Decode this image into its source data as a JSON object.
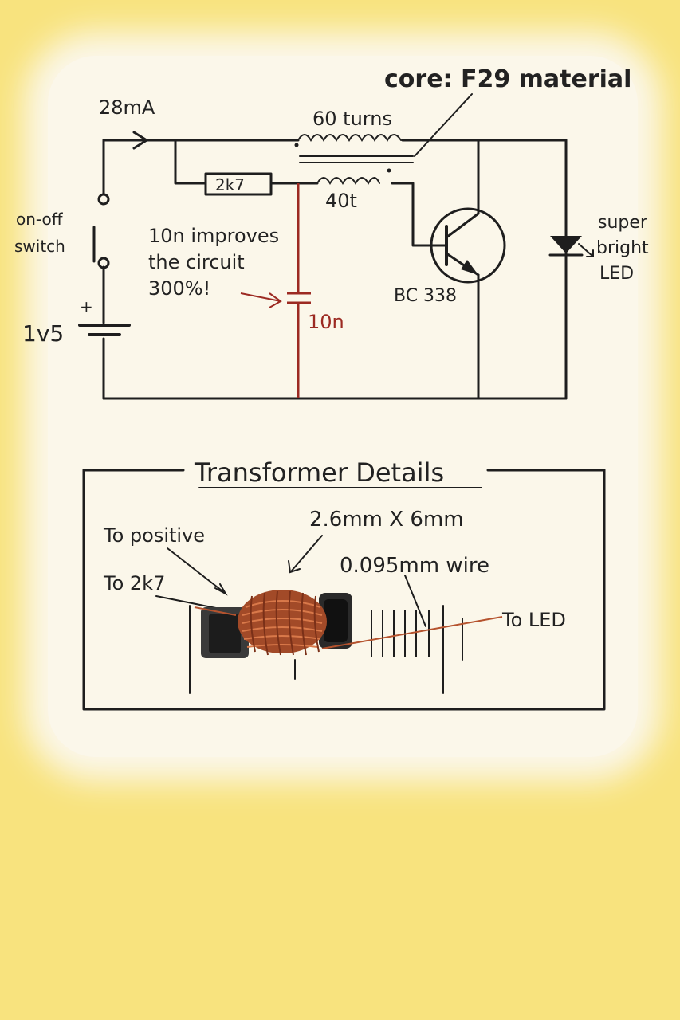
{
  "schematic": {
    "current_label": "28mA",
    "core_label": "core: F29 material",
    "primary_turns_label": "60 turns",
    "secondary_turns_label": "40t",
    "resistor_label": "2k7",
    "switch_label_line1": "on-off",
    "switch_label_line2": "switch",
    "battery_label": "1v5",
    "battery_plus": "+",
    "note_line1": "10n improves",
    "note_line2": "the circuit",
    "note_line3": "300%!",
    "capacitor_label": "10n",
    "transistor_label": "BC 338",
    "led_label_line1": "super",
    "led_label_line2": "bright",
    "led_label_line3": "LED"
  },
  "details": {
    "title": "Transformer Details",
    "to_positive": "To positive",
    "to_2k7": "To 2k7",
    "size": "2.6mm X 6mm",
    "wire": "0.095mm wire",
    "to_led": "To LED"
  },
  "colors": {
    "background": "#f8e37e",
    "paper": "#fbf7ea",
    "ink": "#1e1e1e",
    "capacitor": "#9c2a22",
    "copper": "#b5532e"
  }
}
